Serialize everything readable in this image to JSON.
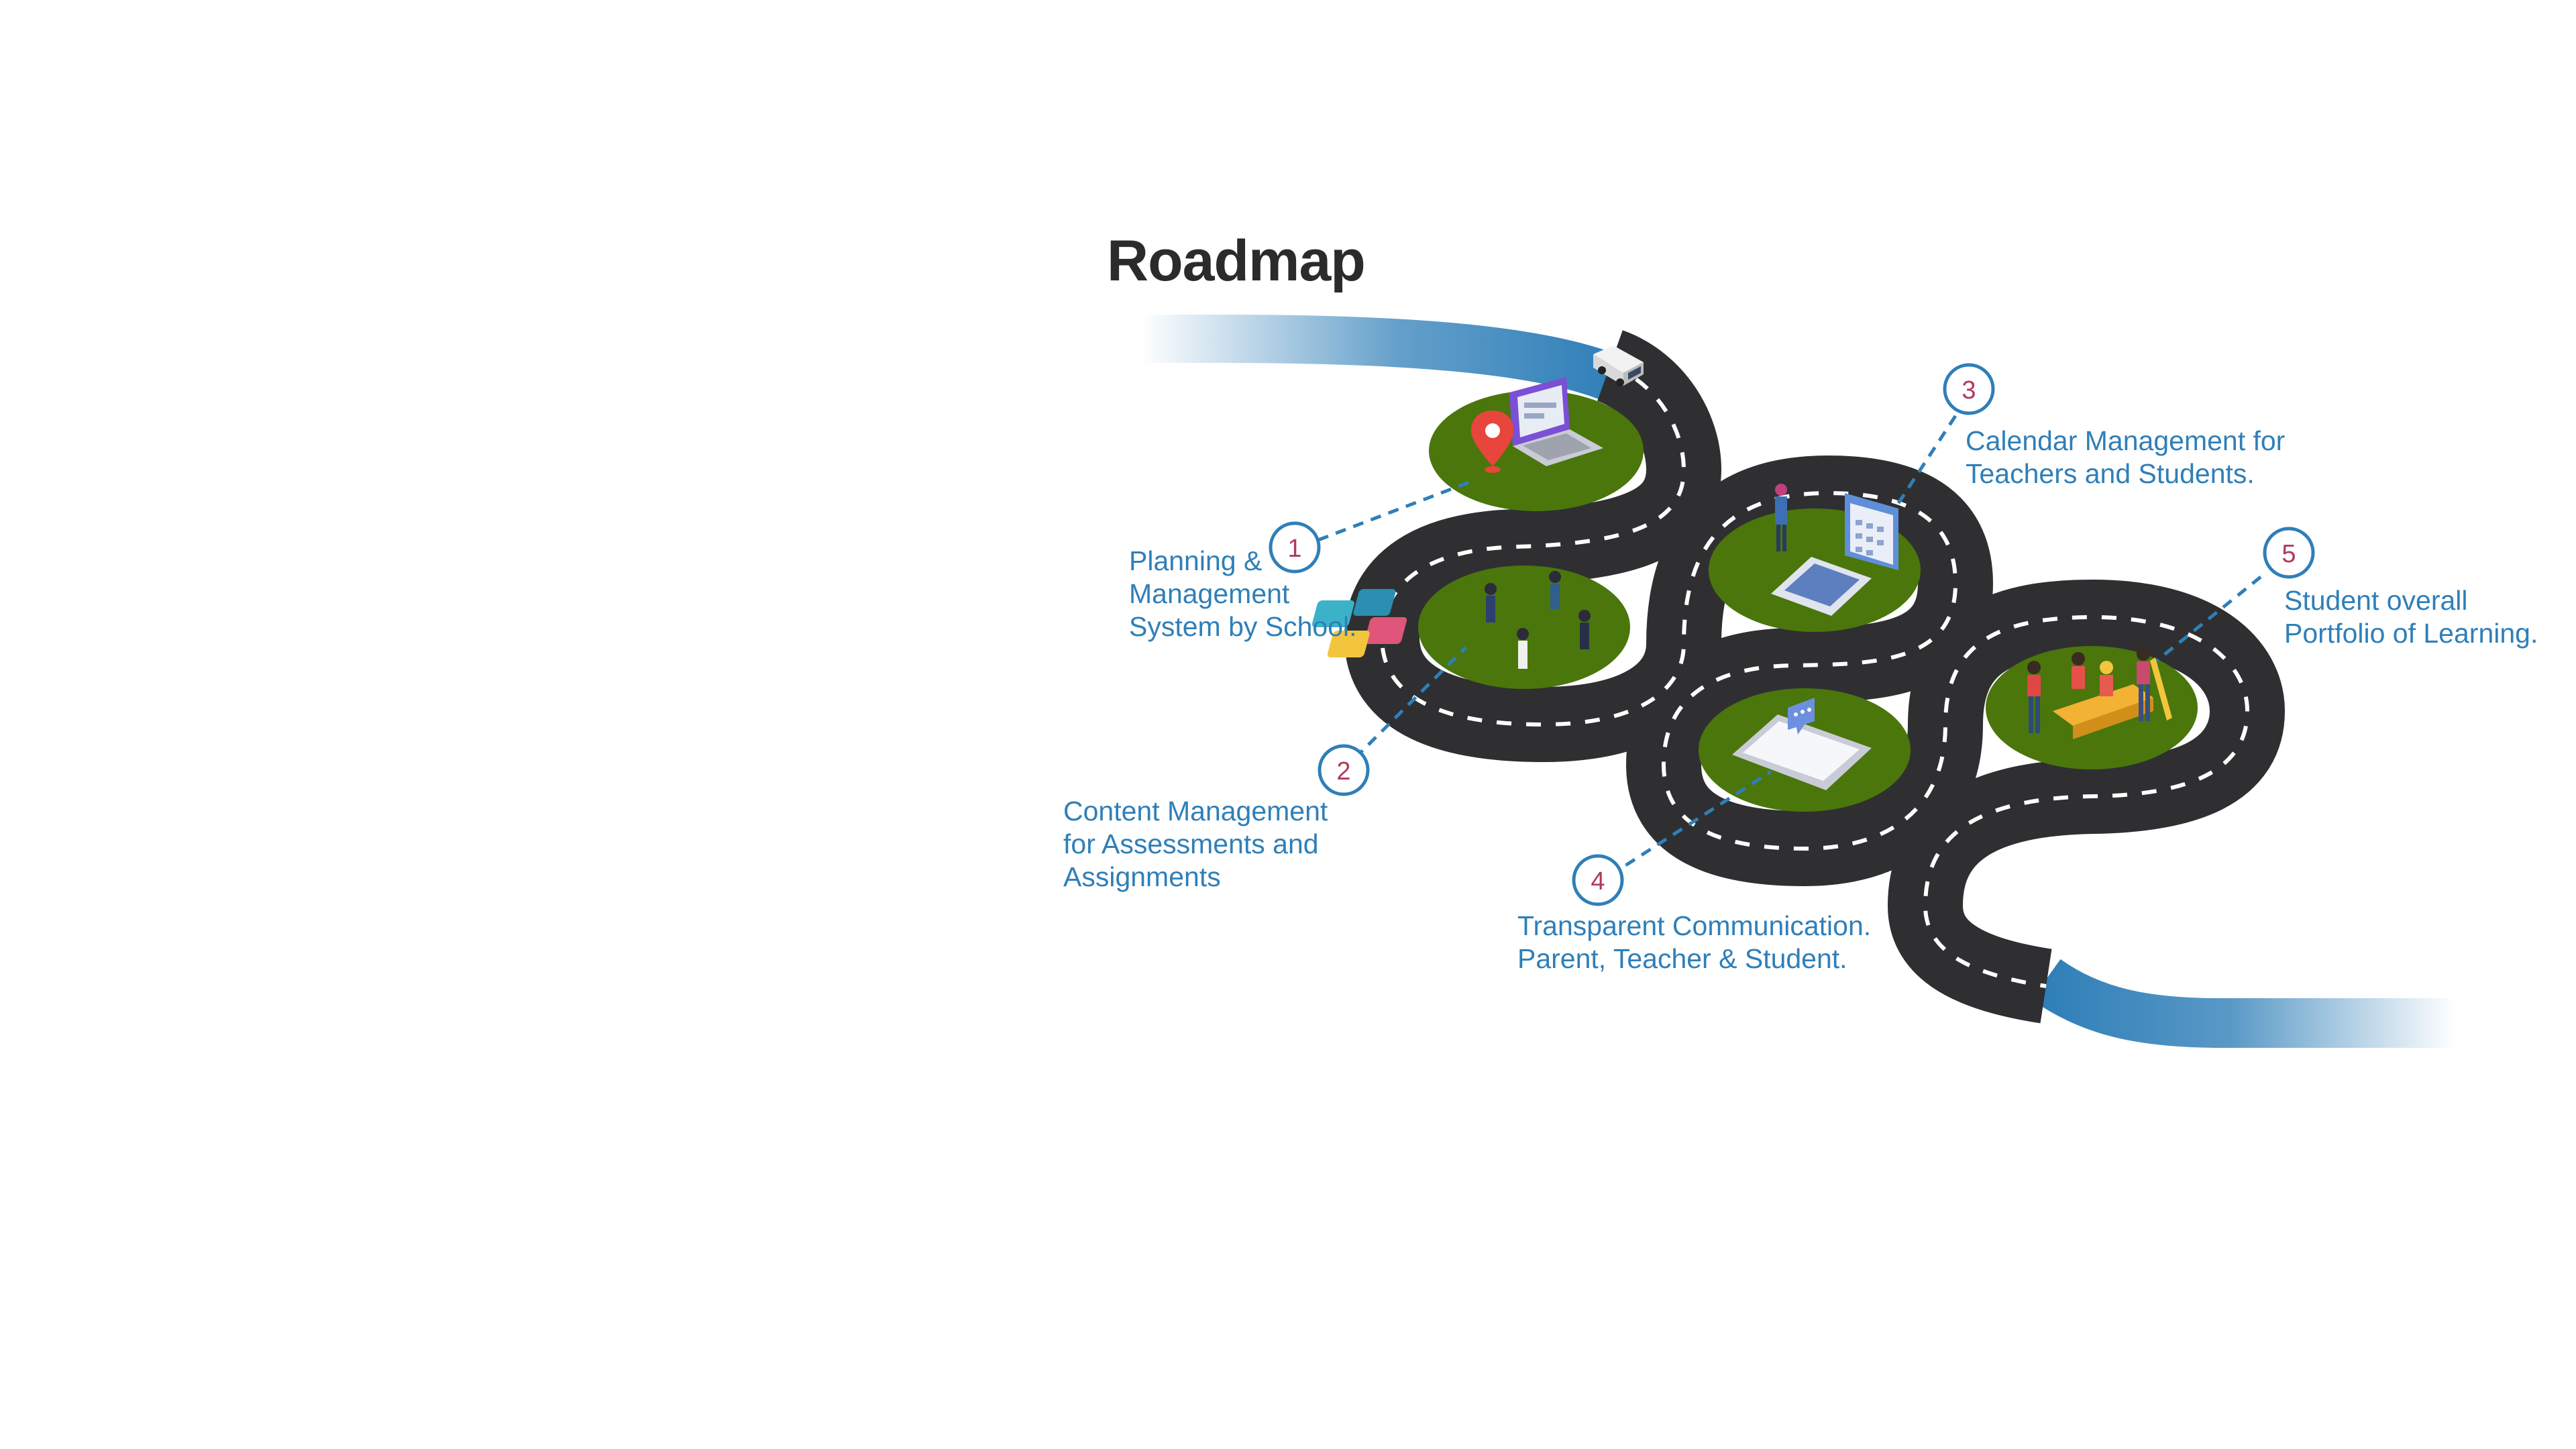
{
  "title": "Roadmap",
  "colors": {
    "road": "#2f2f31",
    "road_edge": "#ffffff",
    "lane": "#ffffff",
    "grass": "#4a760c",
    "accent_blue": "#2f7fb8",
    "number_text": "#b03a5b",
    "title_text": "#2b2b2b"
  },
  "steps": [
    {
      "number": "1",
      "lines": [
        "Planning &",
        "Management",
        "System by School."
      ],
      "illustration": "laptop-map-pin-icon"
    },
    {
      "number": "2",
      "lines": [
        "Content Management",
        "for Assessments and",
        "Assignments"
      ],
      "illustration": "puzzle-team-icon"
    },
    {
      "number": "3",
      "lines": [
        "Calendar Management for",
        "Teachers and Students."
      ],
      "illustration": "laptop-calendar-icon"
    },
    {
      "number": "4",
      "lines": [
        "Transparent Communication.",
        "Parent, Teacher & Student."
      ],
      "illustration": "tablet-chat-icon"
    },
    {
      "number": "5",
      "lines": [
        "Student overall",
        "Portfolio of Learning."
      ],
      "illustration": "students-study-icon"
    }
  ],
  "road_vehicle": "van-icon"
}
